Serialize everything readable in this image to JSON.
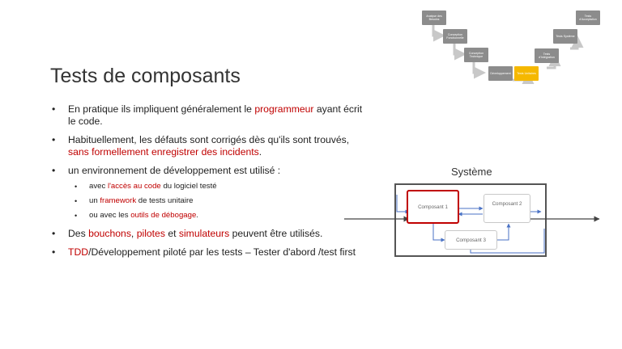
{
  "slide": {
    "title": "Tests de composants",
    "bullets": [
      {
        "parts": [
          {
            "text": "En pratique ils impliquent généralement le "
          },
          {
            "text": "programmeur",
            "red": true
          },
          {
            "text": " ayant écrit le code."
          }
        ]
      },
      {
        "parts": [
          {
            "text": "Habituellement, les défauts sont corrigés dès qu'ils sont trouvés, "
          },
          {
            "text": "sans formellement enregistrer des incidents",
            "red": true
          },
          {
            "text": "."
          }
        ]
      },
      {
        "parts": [
          {
            "text": "un environnement de développement est utilisé :"
          }
        ],
        "sub": [
          {
            "parts": [
              {
                "text": "avec "
              },
              {
                "text": "l'accès au code",
                "red": true
              },
              {
                "text": " du logiciel testé"
              }
            ]
          },
          {
            "parts": [
              {
                "text": "un "
              },
              {
                "text": "framework",
                "red": true
              },
              {
                "text": " de tests unitaire"
              }
            ]
          },
          {
            "parts": [
              {
                "text": "ou avec les "
              },
              {
                "text": "outils de débogage",
                "red": true
              },
              {
                "text": "."
              }
            ]
          }
        ]
      },
      {
        "parts": [
          {
            "text": "Des "
          },
          {
            "text": "bouchons",
            "red": true
          },
          {
            "text": ", "
          },
          {
            "text": "pilotes",
            "red": true
          },
          {
            "text": " et "
          },
          {
            "text": "simulateurs",
            "red": true
          },
          {
            "text": " peuvent être utilisés."
          }
        ]
      },
      {
        "parts": [
          {
            "text": "TDD",
            "red": true
          },
          {
            "text": "/Développement piloté par les tests – Tester d'abord /test first"
          }
        ]
      }
    ]
  },
  "vmodel": {
    "boxes": [
      {
        "label": "Analyse des Besoins"
      },
      {
        "label": "Conception Fonctionnelle"
      },
      {
        "label": "Conception Technique"
      },
      {
        "label": "Développement"
      },
      {
        "label": "Tests Unitaires",
        "active": true
      },
      {
        "label": "Tests d'Intégration"
      },
      {
        "label": "Tests Système"
      },
      {
        "label": "Tests d'Acceptation"
      }
    ],
    "colors": {
      "box": "#8c8c8c",
      "active": "#f5b800",
      "arrow": "#c8c8c8"
    }
  },
  "system": {
    "title": "Système",
    "components": {
      "c1": "Composant 1",
      "c2": "Composant 2",
      "c3": "Composant 3"
    },
    "colors": {
      "highlight": "#c00000",
      "connector": "#4a72c4",
      "frame": "#555555"
    }
  }
}
